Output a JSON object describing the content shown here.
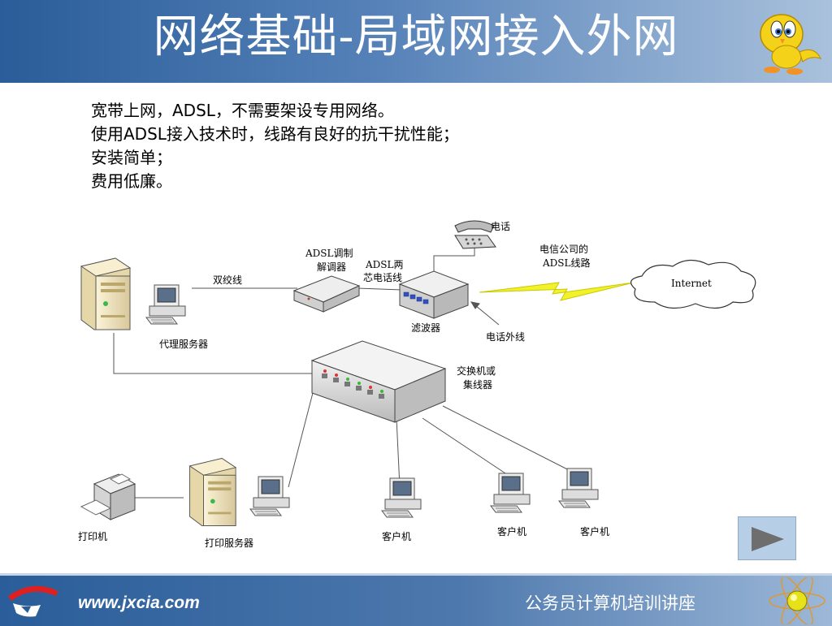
{
  "slide": {
    "title": "网络基础-局域网接入外网"
  },
  "bullets": [
    "宽带上网，ADSL，不需要架设专用网络。",
    "使用ADSL接入技术时，线路有良好的抗干扰性能；",
    "安装简单；",
    "费用低廉。"
  ],
  "diagram": {
    "labels": {
      "phone": "电话",
      "telecom_line_1": "电信公司的",
      "telecom_line_2": "ADSL线路",
      "internet": "Internet",
      "adsl_modem_1": "ADSL调制",
      "adsl_modem_2": "解调器",
      "adsl_wire_1": "ADSL两",
      "adsl_wire_2": "芯电话线",
      "twisted_pair": "双绞线",
      "filter": "滤波器",
      "phone_line": "电话外线",
      "proxy_server": "代理服务器",
      "switch_1": "交换机或",
      "switch_2": "集线器",
      "printer": "打印机",
      "print_server": "打印服务器",
      "client_1": "客户机",
      "client_2": "客户机",
      "client_3": "客户机"
    }
  },
  "footer": {
    "url": "www.jxcia.com",
    "course": "公务员计算机培训讲座"
  },
  "icons": [
    "mascot-icon",
    "logo-icon",
    "atom-icon",
    "play-icon"
  ],
  "colors": {
    "header": "#2a5d99",
    "footer": "#4d78ad",
    "lightning": "#f2f22a"
  }
}
